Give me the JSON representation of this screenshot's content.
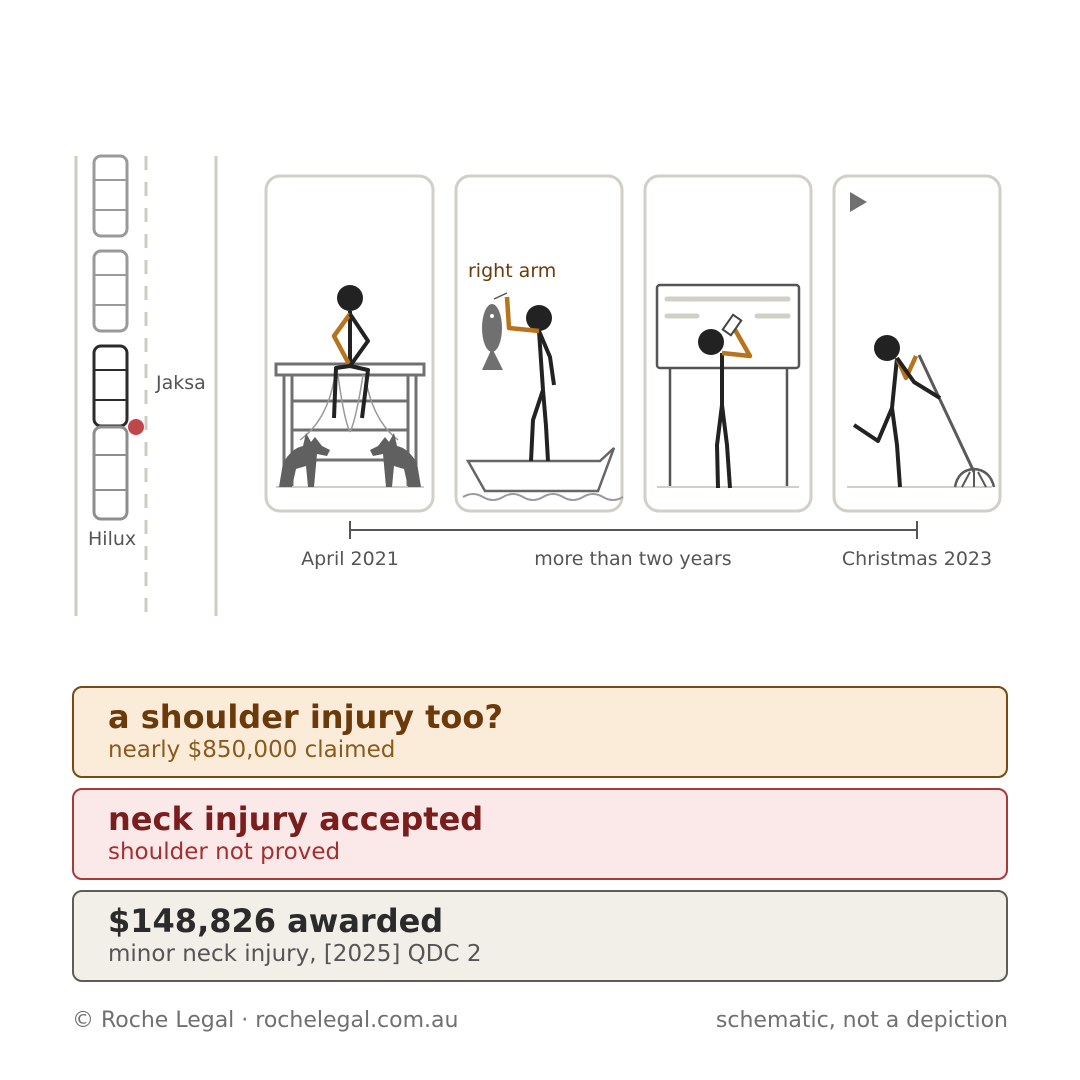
{
  "labels": {
    "jaksa": "Jaksa",
    "hilux": "Hilux",
    "right_arm": "right arm",
    "start_date": "April 2021",
    "duration": "more than two years",
    "end_date": "Christmas 2023"
  },
  "boxes": [
    {
      "title": "a shoulder injury too?",
      "sub": "nearly $850,000 claimed"
    },
    {
      "title": "neck injury accepted",
      "sub": "shoulder not proved"
    },
    {
      "title": "$148,826 awarded",
      "sub": "minor neck injury, [2025] QDC 2"
    }
  ],
  "footer": {
    "left": "© Roche Legal · rochelegal.com.au",
    "right": "schematic, not a depiction"
  },
  "colors": {
    "accent_arm": "#b8741c",
    "impact_dot": "#c0464b",
    "panel_border": "#d2cfc6"
  }
}
